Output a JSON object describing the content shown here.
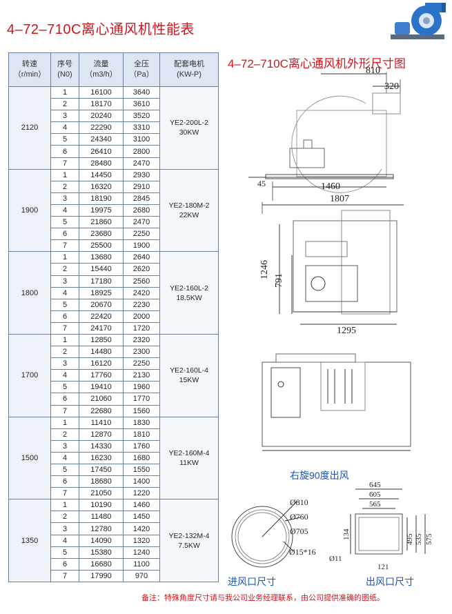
{
  "title_left": "4–72–710C离心通风机性能表",
  "title_right": "4–72–710C离心通风机外形尺寸图",
  "table": {
    "headers": [
      {
        "line1": "转速",
        "line2": "（r/min）"
      },
      {
        "line1": "序号",
        "line2": "(N0)"
      },
      {
        "line1": "流量",
        "line2": "（m3/h）"
      },
      {
        "line1": "全压",
        "line2": "（Pa）"
      },
      {
        "line1": "配套电机",
        "line2": "(KW-P)"
      }
    ],
    "groups": [
      {
        "speed": "2120",
        "motor": "YE2-200L-2",
        "power": "30KW",
        "rows": [
          [
            "1",
            "16100",
            "3640"
          ],
          [
            "2",
            "18170",
            "3610"
          ],
          [
            "3",
            "20240",
            "3520"
          ],
          [
            "4",
            "22290",
            "3310"
          ],
          [
            "5",
            "24340",
            "3100"
          ],
          [
            "6",
            "26410",
            "2800"
          ],
          [
            "7",
            "28480",
            "2470"
          ]
        ]
      },
      {
        "speed": "1900",
        "motor": "YE2-180M-2",
        "power": "22KW",
        "rows": [
          [
            "1",
            "14450",
            "2930"
          ],
          [
            "2",
            "16320",
            "2910"
          ],
          [
            "3",
            "18190",
            "2845"
          ],
          [
            "4",
            "19975",
            "2680"
          ],
          [
            "5",
            "21860",
            "2470"
          ],
          [
            "6",
            "23680",
            "2250"
          ],
          [
            "7",
            "25500",
            "1900"
          ]
        ]
      },
      {
        "speed": "1800",
        "motor": "YE2-160L-2",
        "power": "18.5KW",
        "rows": [
          [
            "1",
            "13680",
            "2640"
          ],
          [
            "2",
            "15440",
            "2620"
          ],
          [
            "3",
            "17180",
            "2560"
          ],
          [
            "4",
            "18925",
            "2420"
          ],
          [
            "5",
            "20670",
            "2230"
          ],
          [
            "6",
            "22420",
            "2000"
          ],
          [
            "7",
            "24170",
            "1720"
          ]
        ]
      },
      {
        "speed": "1700",
        "motor": "YE2-160L-4",
        "power": "15KW",
        "rows": [
          [
            "1",
            "12850",
            "2320"
          ],
          [
            "2",
            "14480",
            "2300"
          ],
          [
            "3",
            "16120",
            "2250"
          ],
          [
            "4",
            "17760",
            "2130"
          ],
          [
            "5",
            "19410",
            "1960"
          ],
          [
            "6",
            "21060",
            "1770"
          ],
          [
            "7",
            "22680",
            "1560"
          ]
        ]
      },
      {
        "speed": "1500",
        "motor": "YE2-160M-4",
        "power": "11KW",
        "rows": [
          [
            "1",
            "11410",
            "1830"
          ],
          [
            "2",
            "12870",
            "1810"
          ],
          [
            "3",
            "14330",
            "1760"
          ],
          [
            "4",
            "16230",
            "1680"
          ],
          [
            "5",
            "17450",
            "1550"
          ],
          [
            "6",
            "18680",
            "1400"
          ],
          [
            "7",
            "21050",
            "1220"
          ]
        ]
      },
      {
        "speed": "1350",
        "motor": "YE2-132M-4",
        "power": "7.5KW",
        "rows": [
          [
            "1",
            "10190",
            "1460"
          ],
          [
            "2",
            "11480",
            "1450"
          ],
          [
            "3",
            "12780",
            "1420"
          ],
          [
            "4",
            "14090",
            "1320"
          ],
          [
            "5",
            "15380",
            "1240"
          ],
          [
            "6",
            "16680",
            "1100"
          ],
          [
            "7",
            "17990",
            "970"
          ]
        ]
      }
    ]
  },
  "dims": {
    "d810": "810",
    "d320": "320",
    "d45": "45",
    "d1460": "1460",
    "d1807": "1807",
    "d1246": "1246",
    "d791": "791",
    "d1295": "1295",
    "in_d810": "Ø810",
    "in_d760": "Ø760",
    "in_d705": "Ø705",
    "in_holes": "Ø15*16",
    "out_645": "645",
    "out_605": "605",
    "out_565": "565",
    "out_134": "134",
    "out_495": "495",
    "out_535": "535",
    "out_575": "575",
    "out_11": "Ø11",
    "out_121": "121"
  },
  "captions": {
    "rotation": "右旋90度出风",
    "inlet": "进风口尺寸",
    "outlet": "出风口尺寸"
  },
  "footer_note": "备注：特殊角度尺寸请与我公司业务经理联系，由公司提供准确的图纸。",
  "colors": {
    "title": "#d4141c",
    "caption": "#1a54b4",
    "header_bg": "#dde6f2",
    "fan_blue": "#2a73c9"
  }
}
